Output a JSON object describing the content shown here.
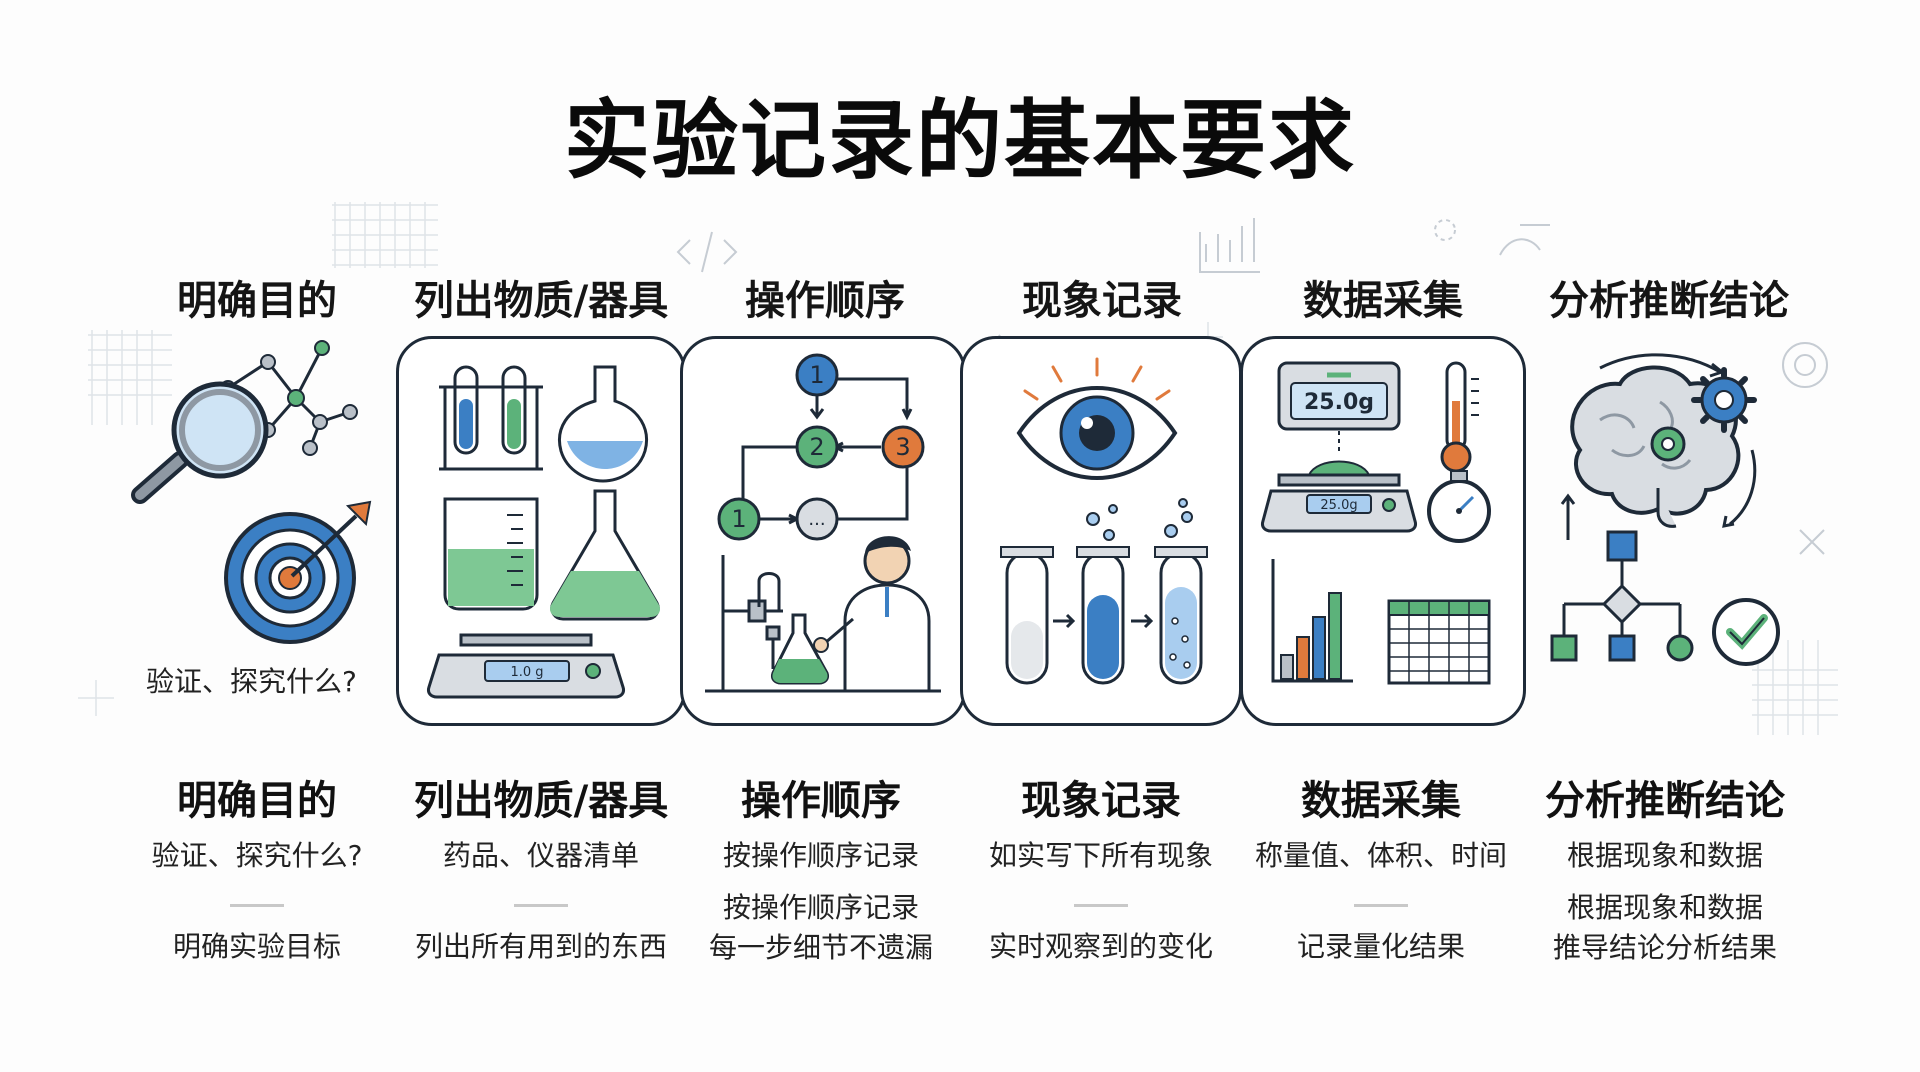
{
  "title": "实验记录的基本要求",
  "steps": [
    {
      "heading": "明确目的",
      "card_caption": "验证、探究什么?",
      "title": "明确目的",
      "subtitle": "验证、探究什么?",
      "notes": [
        "明确实验目标"
      ]
    },
    {
      "heading": "列出物质/器具",
      "title": "列出物质/器具",
      "subtitle": "药品、仪器清单",
      "notes": [
        "列出所有用到的东西"
      ],
      "scale_reading": "1.0 g"
    },
    {
      "heading": "操作顺序",
      "title": "操作顺序",
      "subtitle": "按操作顺序记录",
      "notes": [
        "按操作顺序记录",
        "每一步细节不遗漏"
      ],
      "flow_nodes": [
        "1",
        "2",
        "3",
        "1",
        "..."
      ]
    },
    {
      "heading": "现象记录",
      "title": "现象记录",
      "subtitle": "如实写下所有现象",
      "notes": [
        "实时观察到的变化"
      ]
    },
    {
      "heading": "数据采集",
      "title": "数据采集",
      "subtitle": "称量值、体积、时间",
      "notes": [
        "记录量化结果"
      ],
      "display_reading": "25.0g",
      "scale_reading": "25.0g"
    },
    {
      "heading": "分析推断结论",
      "title": "分析推断结论",
      "subtitle": "根据现象和数据",
      "notes": [
        "根据现象和数据",
        "推导结论分析结果"
      ]
    }
  ],
  "colors": {
    "ink": "#1e2a38",
    "blue": "#3b7fc4",
    "light_blue": "#a9cdef",
    "green": "#5cb27a",
    "orange": "#e07a3c",
    "gray": "#b9c0c8"
  }
}
